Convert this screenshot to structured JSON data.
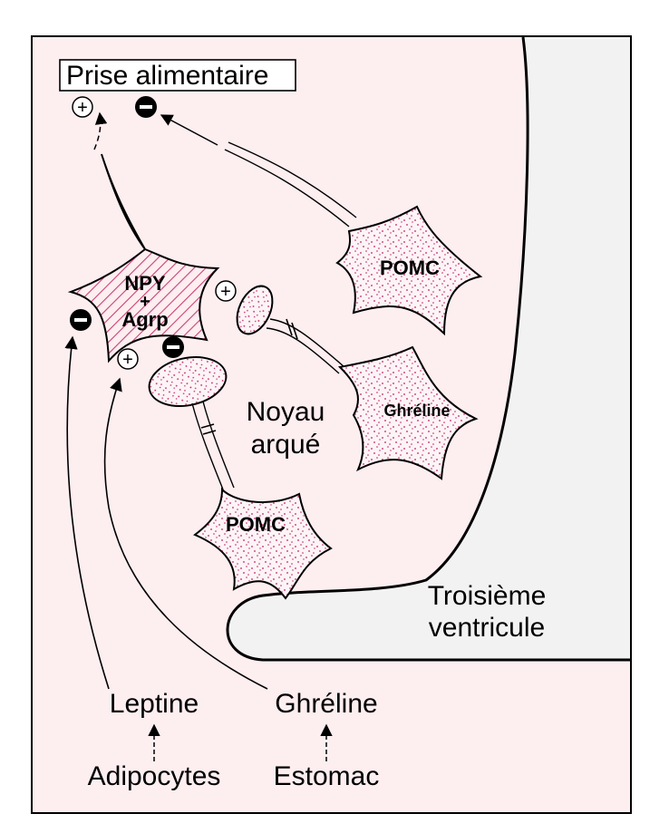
{
  "colors": {
    "background": "#fdeef0",
    "ventricle": "#f2f2f2",
    "npy_hatch": "#c8417a",
    "stipple": "#c0206a",
    "outline": "#000000"
  },
  "labels": {
    "food_intake": "Prise alimentaire",
    "npy": "NPY",
    "plus_sign": "+",
    "agrp": "Agrp",
    "pomc_top": "POMC",
    "pomc_bottom": "POMC",
    "ghrelin_neuron": "Ghréline",
    "nucleus_line1": "Noyau",
    "nucleus_line2": "arqué",
    "ventricle_line1": "Troisième",
    "ventricle_line2": "ventricule",
    "leptin": "Leptine",
    "ghrelin_hormone": "Ghréline",
    "adipocytes": "Adipocytes",
    "stomach": "Estomac"
  },
  "signs": {
    "plus_symbol": "+",
    "minus_symbol": "−"
  }
}
